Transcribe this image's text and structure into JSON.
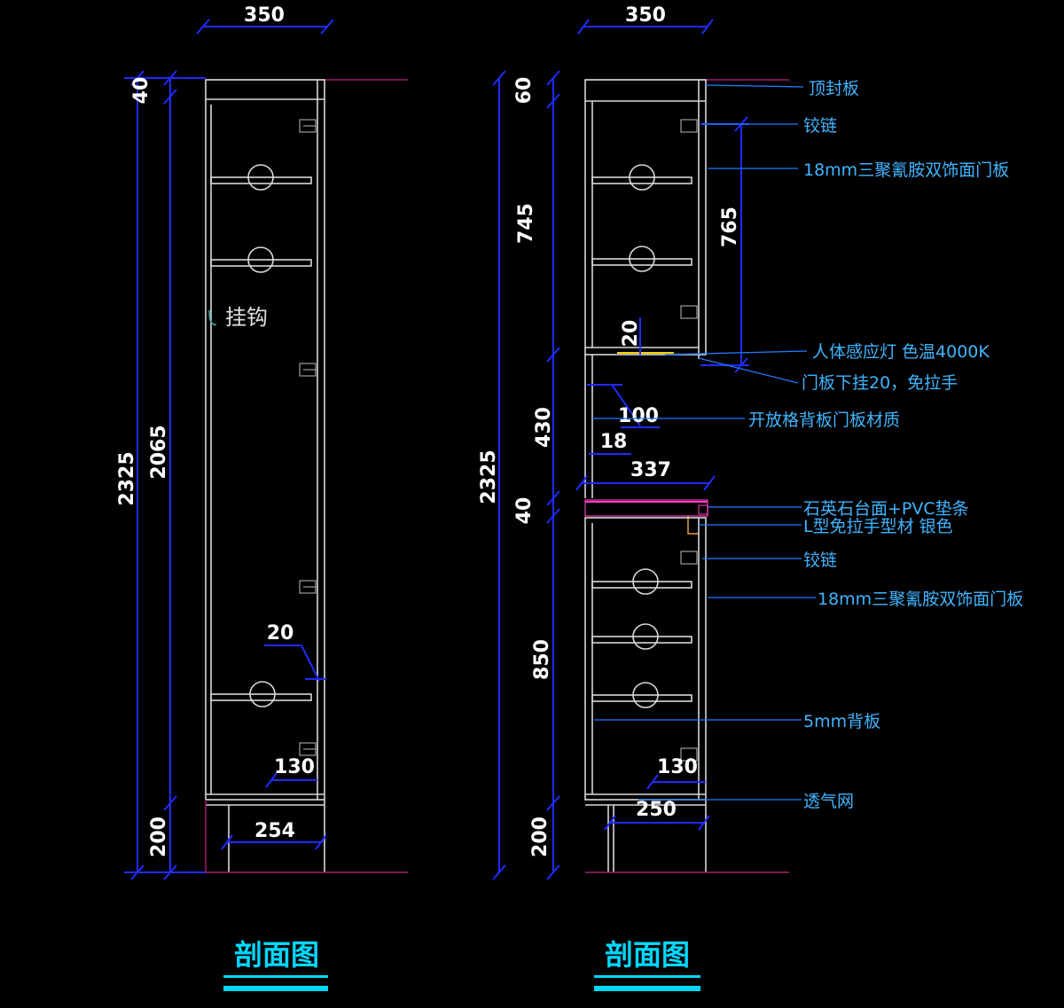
{
  "left": {
    "top_width": "350",
    "dims_outer": [
      "2325"
    ],
    "dims_inner": [
      "40",
      "2065",
      "200"
    ],
    "hook_label": "挂钩",
    "dim_20": "20",
    "dim_130": "130",
    "dim_254": "254",
    "title": "剖面图"
  },
  "right": {
    "top_width": "350",
    "dims_outer": [
      "2325"
    ],
    "dims_inner": [
      "60",
      "745",
      "430",
      "40",
      "850",
      "200"
    ],
    "dim_765": "765",
    "dim_20": "20",
    "dim_100": "100",
    "dim_18": "18",
    "dim_337": "337",
    "dim_130": "130",
    "dim_250": "250",
    "labels": [
      "顶封板",
      "铰链",
      "18mm三聚氰胺双饰面门板",
      "人体感应灯 色温4000K",
      "门板下挂20，免拉手",
      "开放格背板门板材质",
      "石英石台面+PVC垫条",
      "L型免拉手型材 银色",
      "铰链",
      "18mm三聚氰胺双饰面门板",
      "5mm背板",
      "透气网"
    ],
    "title": "剖面图"
  },
  "colors": {
    "dimension": "#1f2bff",
    "label": "#3fb5ff",
    "title": "#00d8ff",
    "cabinet": "#d8d8d8"
  }
}
